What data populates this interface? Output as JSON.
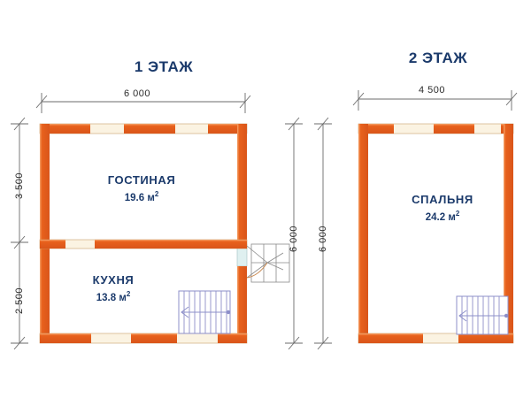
{
  "page": {
    "background": "#ffffff",
    "wall_color": "#E8611C",
    "wall_color_light": "#F08A4B",
    "opening_fill": "#FBF3E2",
    "text_color": "#1b3a6b",
    "dim_color": "#555555",
    "stair_color": "#8d8fc9"
  },
  "floors": [
    {
      "id": "floor-1",
      "title": "1 ЭТАЖ",
      "width_dim": "6 000",
      "height_dim": "6 000",
      "left_dims": [
        "3 500",
        "2 500"
      ],
      "rooms": [
        {
          "id": "living",
          "name": "ГОСТИНАЯ",
          "area": "19.6",
          "unit": "м",
          "unit_sup": "2"
        },
        {
          "id": "kitchen",
          "name": "КУХНЯ",
          "area": "13.8",
          "unit": "м",
          "unit_sup": "2"
        }
      ]
    },
    {
      "id": "floor-2",
      "title": "2 ЭТАЖ",
      "width_dim": "4 500",
      "height_dim": "6 000",
      "rooms": [
        {
          "id": "bedroom",
          "name": "СПАЛЬНЯ",
          "area": "24.2",
          "unit": "м",
          "unit_sup": "2"
        }
      ]
    }
  ],
  "dimensions": {
    "floor1_top": "6 000",
    "floor1_left_upper": "3 500",
    "floor1_left_lower": "2 500",
    "floor1_right_vertical": "6 000",
    "floor2_top": "4 500",
    "floor2_left_vertical": "6 000"
  }
}
